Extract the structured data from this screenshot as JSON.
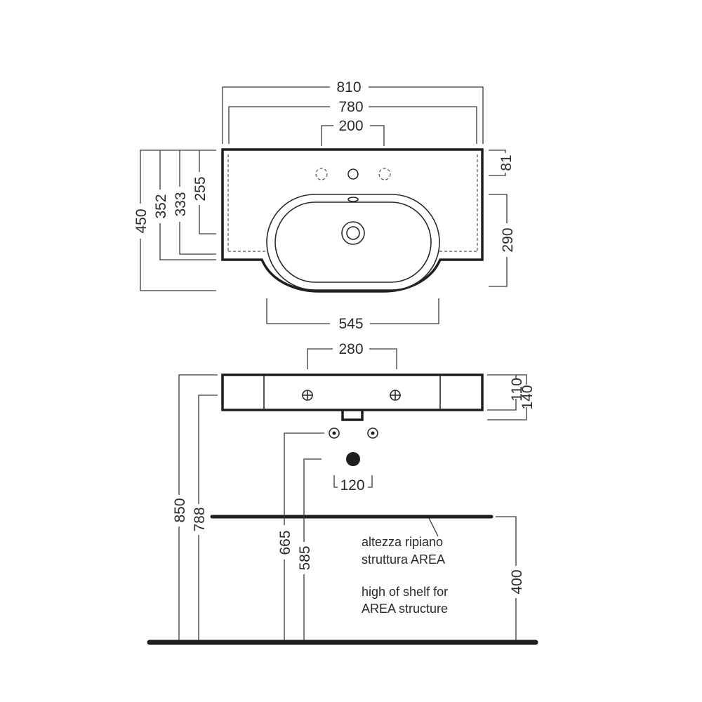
{
  "top_view": {
    "dimensions": {
      "overall_width": "810",
      "basin_width": "780",
      "tap_holes_spacing": "200",
      "bowl_width": "545",
      "total_depth": "450",
      "depth_352": "352",
      "depth_333": "333",
      "depth_255": "255",
      "back_edge": "81",
      "bowl_depth": "290"
    }
  },
  "front_view": {
    "dimensions": {
      "fixing_holes_spacing": "280",
      "rim_height_110": "110",
      "total_height_140": "140",
      "supply_spacing": "120",
      "height_850": "850",
      "height_788": "788",
      "height_665": "665",
      "height_585": "585",
      "shelf_height": "400"
    },
    "notes": {
      "it_line1": "altezza ripiano",
      "it_line2": "struttura AREA",
      "en_line1": "high of shelf for",
      "en_line2": "AREA structure"
    }
  }
}
